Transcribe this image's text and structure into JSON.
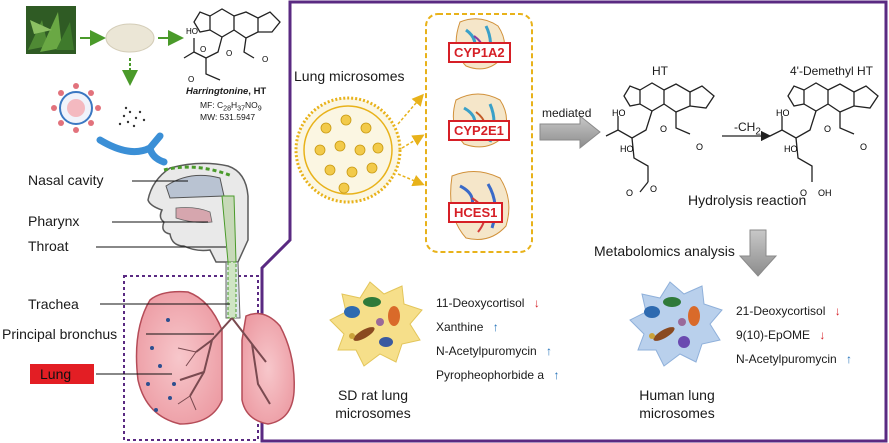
{
  "compound": {
    "name": "Harringtonine",
    "abbr": "HT",
    "mf_label": "MF: ",
    "mf_c": "C",
    "mf_c_n": "28",
    "mf_h": "H",
    "mf_h_n": "37",
    "mf_rest": "NO",
    "mf_o_n": "9",
    "mw": "MW: 531.5947"
  },
  "anatomy": {
    "nasal_cavity": "Nasal cavity",
    "pharynx": "Pharynx",
    "throat": "Throat",
    "trachea": "Trachea",
    "principal_bronchus": "Principal bronchus",
    "lung": "Lung"
  },
  "microsomes": {
    "title": "Lung microsomes",
    "enzymes": [
      "CYP1A2",
      "CYP2E1",
      "HCES1"
    ]
  },
  "reaction": {
    "mediated": "mediated",
    "hydrolysis": "Hydrolysis reaction",
    "loss": "-CH",
    "loss_sub": "2",
    "substrate_label": "HT",
    "product_label": "4'-Demethyl HT",
    "metabolomics": "Metabolomics analysis"
  },
  "rat": {
    "title_line1": "SD rat lung",
    "title_line2": "microsomes",
    "metabolites": [
      {
        "name": "11-Deoxycortisol",
        "direction": "down"
      },
      {
        "name": "Xanthine",
        "direction": "up"
      },
      {
        "name": "N-Acetylpuromycin",
        "direction": "up"
      },
      {
        "name": "Pyropheophorbide a",
        "direction": "up"
      }
    ]
  },
  "human": {
    "title_line1": "Human lung",
    "title_line2": "microsomes",
    "metabolites": [
      {
        "name": "21-Deoxycortisol",
        "direction": "down"
      },
      {
        "name": "9(10)-EpOME",
        "direction": "down"
      },
      {
        "name": "N-Acetylpuromycin",
        "direction": "up"
      }
    ]
  },
  "colors": {
    "frame_purple": "#5a2a82",
    "enzyme_red": "#d61f26",
    "dashed_gold": "#e8b21a",
    "arrow_green": "#4a9a2a",
    "arrow_up_blue": "#1f6fb8",
    "arrow_down_red": "#d61f26",
    "lung_pink": "#f3b3b8",
    "rat_burst": "#f6df8a",
    "human_burst": "#b9d0ec"
  }
}
